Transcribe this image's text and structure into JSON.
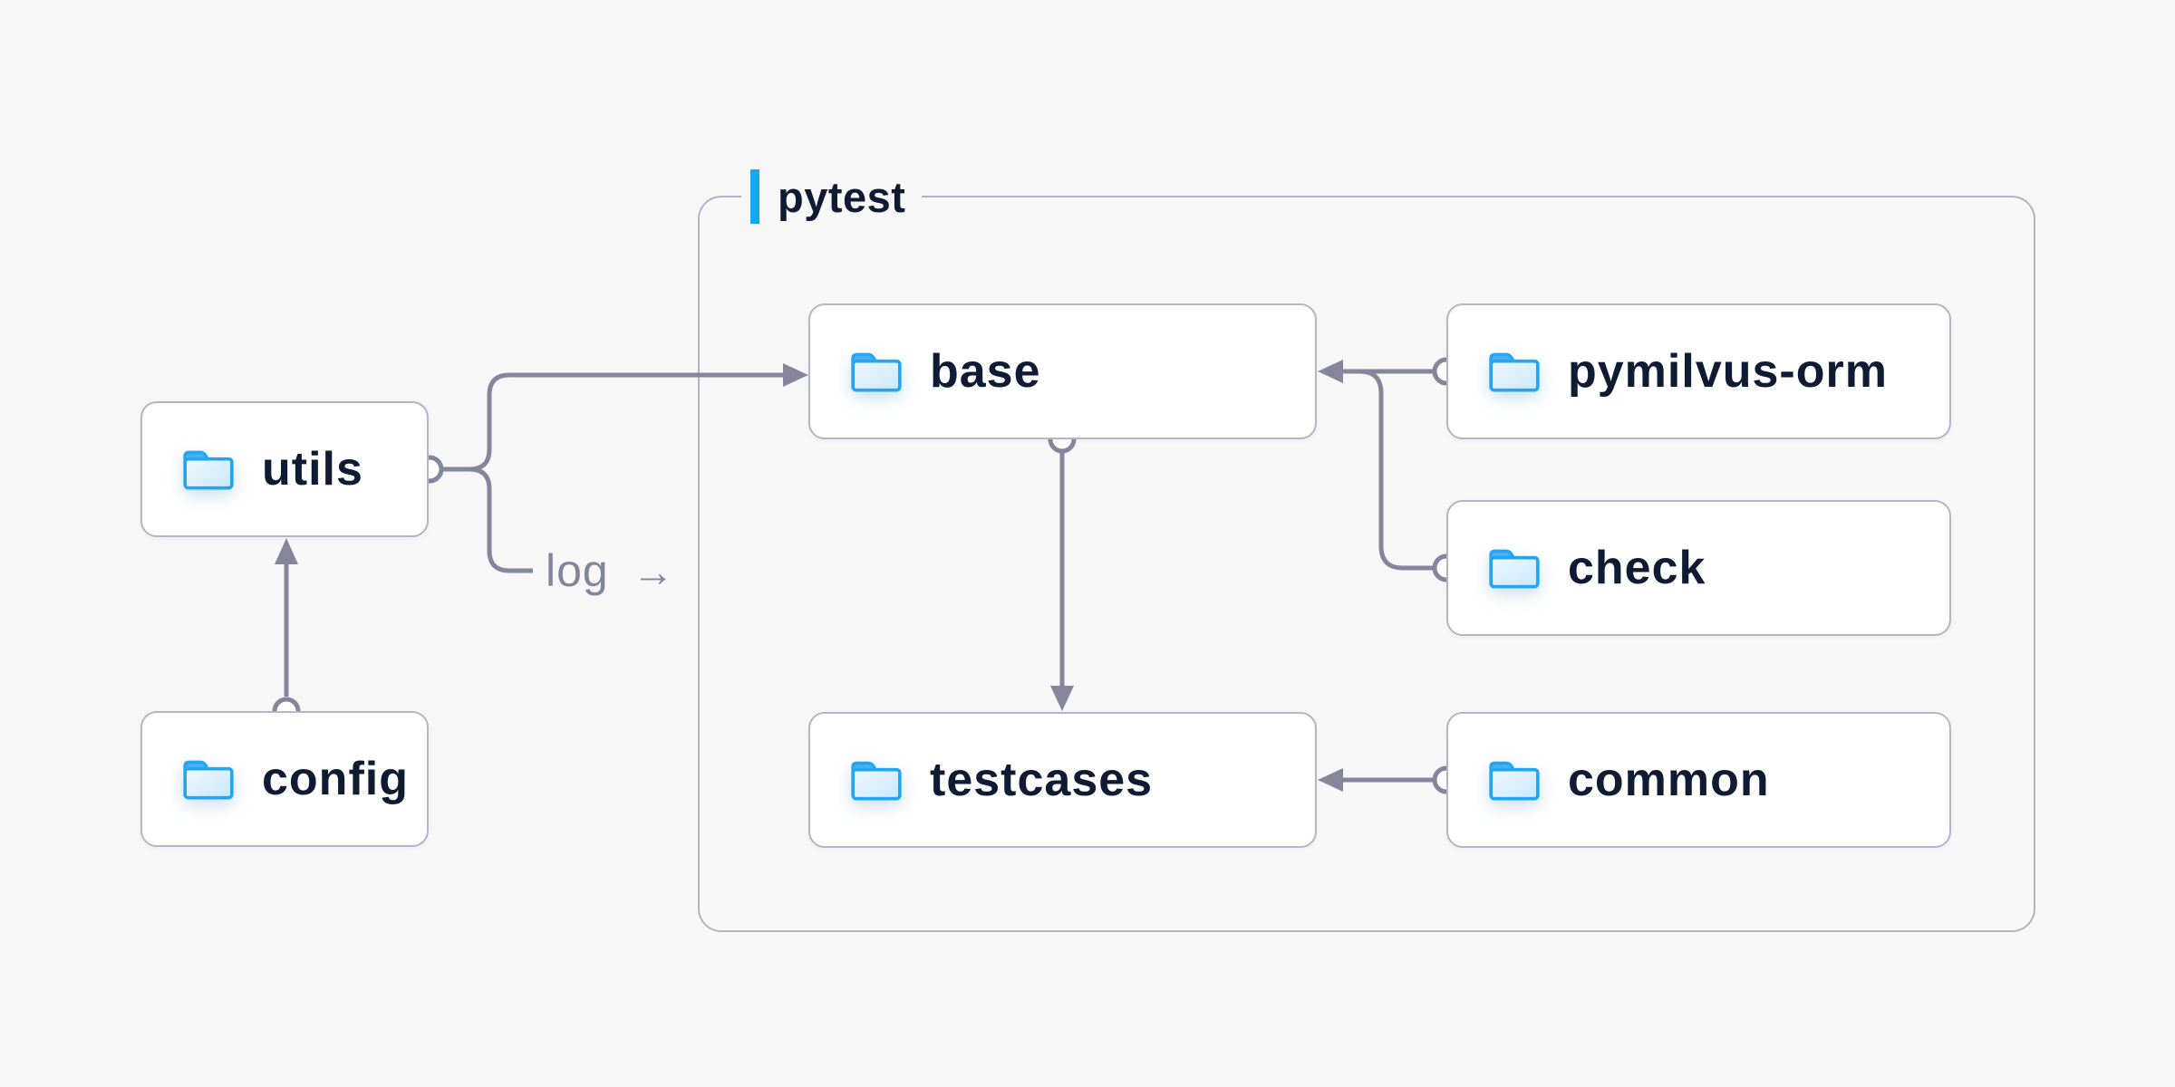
{
  "diagram": {
    "type": "module-dependency-diagram",
    "background": "#f7f7f8"
  },
  "container": {
    "label": "pytest",
    "accent_color": "#14a7f1",
    "border_color": "#b2b4c2"
  },
  "nodes": [
    {
      "id": "utils",
      "label": "utils",
      "icon": "folder-icon",
      "inside_container": false
    },
    {
      "id": "config",
      "label": "config",
      "icon": "folder-icon",
      "inside_container": false
    },
    {
      "id": "base",
      "label": "base",
      "icon": "folder-icon",
      "inside_container": true
    },
    {
      "id": "pymilvus-orm",
      "label": "pymilvus-orm",
      "icon": "folder-icon",
      "inside_container": true
    },
    {
      "id": "check",
      "label": "check",
      "icon": "folder-icon",
      "inside_container": true
    },
    {
      "id": "testcases",
      "label": "testcases",
      "icon": "folder-icon",
      "inside_container": true
    },
    {
      "id": "common",
      "label": "common",
      "icon": "folder-icon",
      "inside_container": true
    }
  ],
  "edges": [
    {
      "from": "config",
      "to": "utils",
      "style": "circle-source-arrow-target"
    },
    {
      "from": "utils",
      "to": "base",
      "style": "circle-source-arrow-target"
    },
    {
      "from": "utils",
      "to": "log",
      "style": "circle-source-label"
    },
    {
      "from": "pymilvus-orm",
      "to": "base",
      "style": "circle-source-arrow-target"
    },
    {
      "from": "check",
      "to": "base",
      "style": "circle-source-merge"
    },
    {
      "from": "base",
      "to": "testcases",
      "style": "circle-source-arrow-target"
    },
    {
      "from": "common",
      "to": "testcases",
      "style": "circle-source-arrow-target"
    }
  ],
  "log": {
    "text": "log",
    "arrow_icon": "→"
  },
  "colors": {
    "background": "#f7f7f8",
    "node_bg": "#ffffff",
    "node_border": "#b4b6c3",
    "node_text": "#0f1b33",
    "connector": "#84879c",
    "accent_blue": "#14a7f1",
    "folder_stroke": "#24a5f1",
    "log_text": "#82859b"
  }
}
